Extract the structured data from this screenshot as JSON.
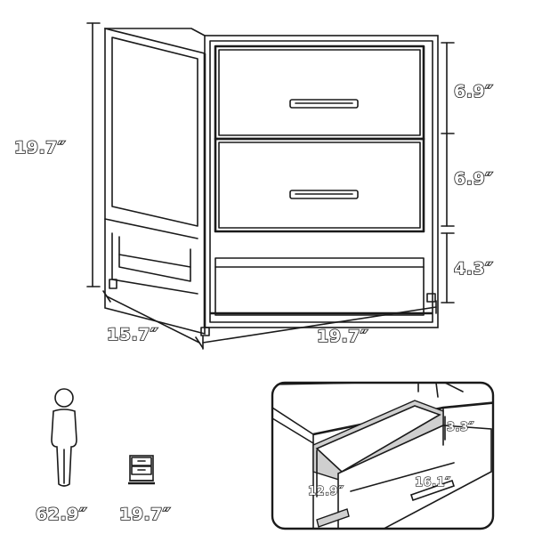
{
  "dimensions": {
    "overall_height": "19.7″",
    "depth": "15.7″",
    "width": "19.7″",
    "drawer_top_height": "6.9″",
    "drawer_middle_height": "6.9″",
    "shelf_height": "4.3″"
  },
  "scale_comparison": {
    "person_height": "62.9″",
    "nightstand_width": "19.7″"
  },
  "detail_inset": {
    "drawer_inner_height": "3.3″",
    "drawer_inner_depth": "12.9″",
    "drawer_inner_width": "16.1″"
  }
}
